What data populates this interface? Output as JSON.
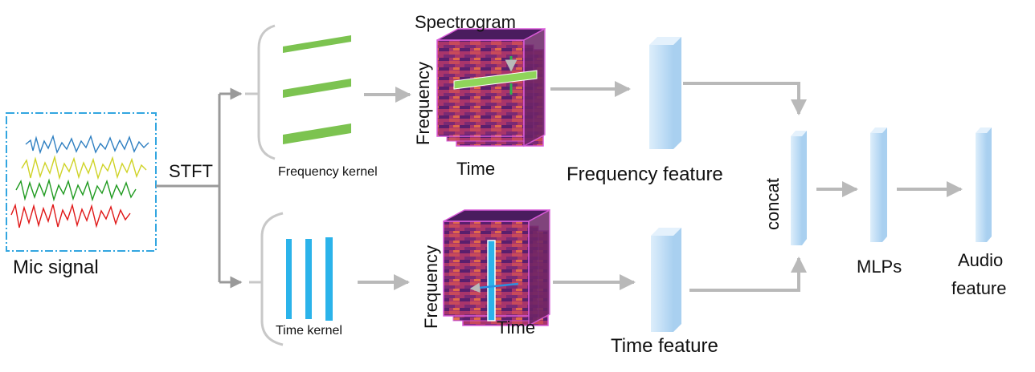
{
  "labels": {
    "mic_signal": "Mic signal",
    "stft": "STFT",
    "frequency_kernel": "Frequency kernel",
    "time_kernel": "Time kernel",
    "spectrogram": "Spectrogram",
    "frequency_axis_top": "Frequency",
    "time_axis_top": "Time",
    "frequency_axis_bottom": "Frequency",
    "time_axis_bottom": "Time",
    "frequency_feature": "Frequency feature",
    "time_feature": "Time feature",
    "concat": "concat",
    "mlps": "MLPs",
    "audio_feature_line1": "Audio",
    "audio_feature_line2": "feature"
  },
  "colors": {
    "signal_channels": [
      "#2e7fc1",
      "#cfd326",
      "#1f9a1f",
      "#e01818"
    ],
    "frame_border": "#33a6e0",
    "frequency_kernel": "#7cc350",
    "time_kernel": "#2bb3ea",
    "cube_outline": "#d85ad8",
    "feature_block": "#c5e1f7",
    "arrow": "#b9b9b9"
  }
}
